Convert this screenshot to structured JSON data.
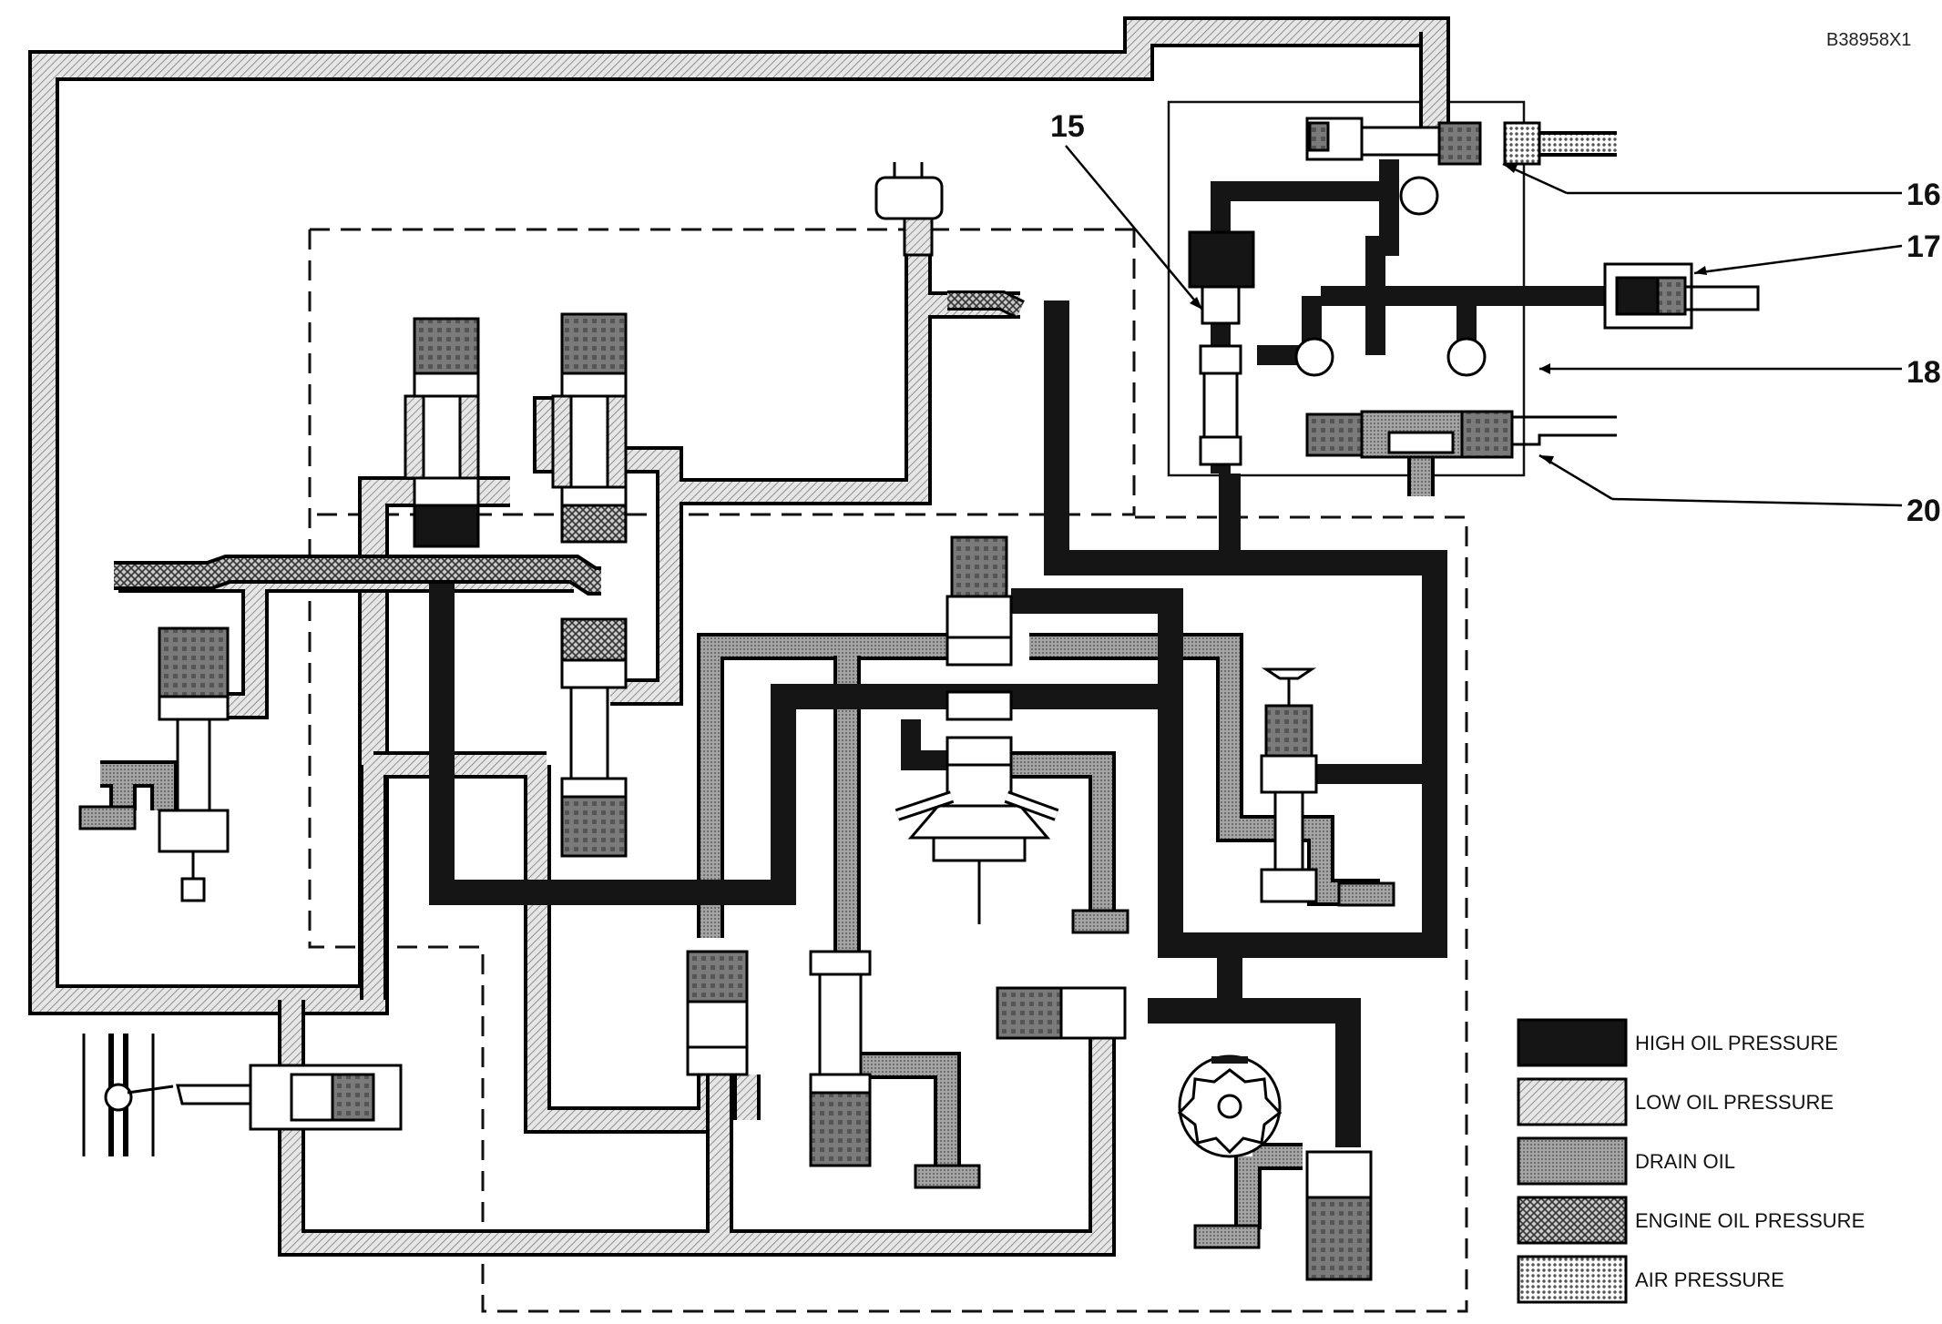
{
  "figure_id": "B38958X1",
  "callouts": [
    {
      "id": "c15",
      "label": "15"
    },
    {
      "id": "c16",
      "label": "16"
    },
    {
      "id": "c17",
      "label": "17"
    },
    {
      "id": "c18",
      "label": "18"
    },
    {
      "id": "c20",
      "label": "20"
    }
  ],
  "legend": [
    {
      "label": "HIGH OIL PRESSURE",
      "pattern": "high-oil"
    },
    {
      "label": "LOW OIL PRESSURE",
      "pattern": "low-oil"
    },
    {
      "label": "DRAIN OIL",
      "pattern": "drain-oil"
    },
    {
      "label": "ENGINE OIL PRESSURE",
      "pattern": "engine-oil"
    },
    {
      "label": "AIR PRESSURE",
      "pattern": "air"
    }
  ],
  "colors": {
    "high_oil": "#151515",
    "low_oil_bg": "#e2e2e2",
    "drain_oil": "#9a9a9a",
    "engine_oil": "#6e6e6e",
    "air": "#bdbdbd",
    "outline": "#000000"
  }
}
